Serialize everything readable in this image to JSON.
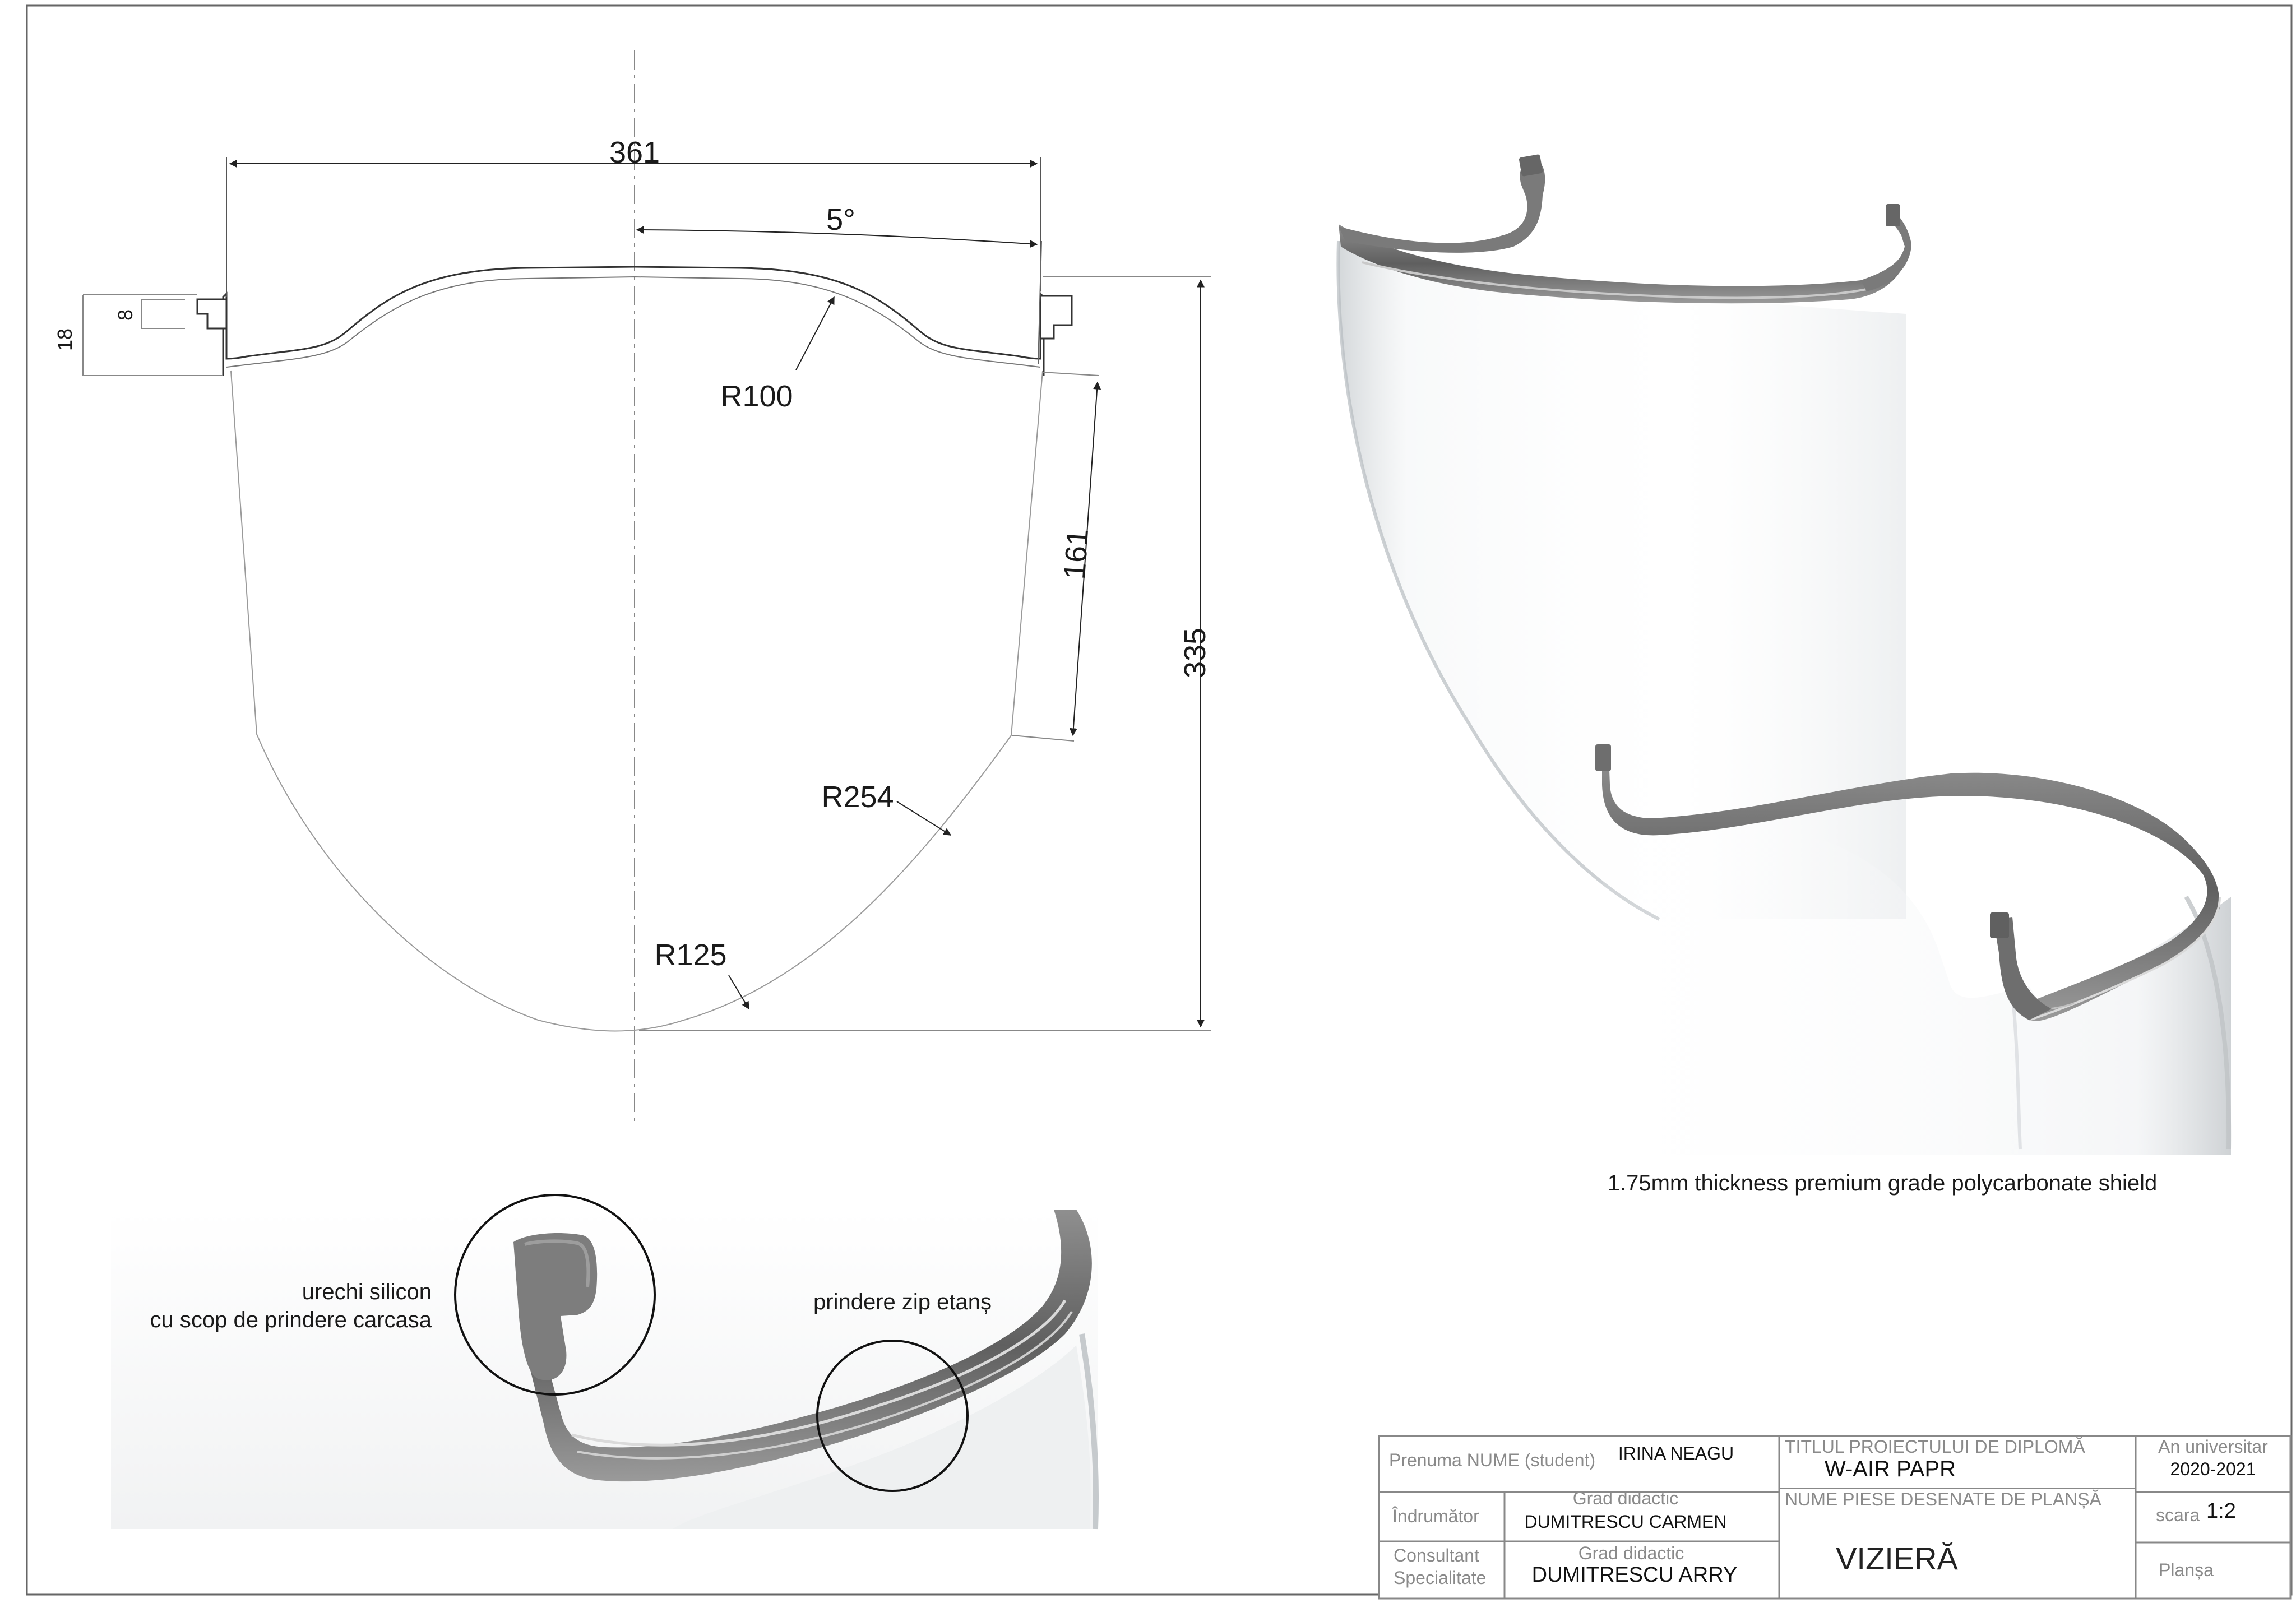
{
  "drawing": {
    "dimensions": {
      "width": "361",
      "angle": "5°",
      "tab_height": "18",
      "tab_inner": "8",
      "radius_top": "R100",
      "side_length": "161",
      "height": "335",
      "radius_side": "R254",
      "radius_bottom": "R125"
    }
  },
  "render": {
    "caption": "1.75mm thickness premium grade polycarbonate shield"
  },
  "detail": {
    "callout_ear_line1": "urechi silicon",
    "callout_ear_line2": "cu scop de prindere carcasa",
    "callout_zip": "prindere zip etanș"
  },
  "title_block": {
    "student_label": "Prenuma NUME (student)",
    "student_name": "IRINA NEAGU",
    "project_title_label": "TITLUL PROIECTULUI DE DIPLOMĂ",
    "project_title": "W-AIR PAPR",
    "academic_year_label": "An universitar",
    "academic_year": "2020-2021",
    "advisor_label": "Îndrumător",
    "advisor_grade_label": "Grad didactic",
    "advisor_name": "DUMITRESCU CARMEN",
    "parts_label": "NUME PIESE DESENATE DE PLANȘĂ",
    "part_name": "VIZIERĂ",
    "scale_label": "scara",
    "scale_value": "1:2",
    "consultant_label_1": "Consultant",
    "consultant_label_2": "Specialitate",
    "consultant_grade_label": "Grad didactic",
    "consultant_name": "DUMITRESCU ARRY",
    "sheet_label": "Planșa"
  },
  "colors": {
    "line": "#333333",
    "thin_line": "#9a9a9a",
    "rim_dark": "#6b6b6b",
    "rim_mid": "#9d9d9d",
    "shield_tint": "#dfe3e6"
  }
}
